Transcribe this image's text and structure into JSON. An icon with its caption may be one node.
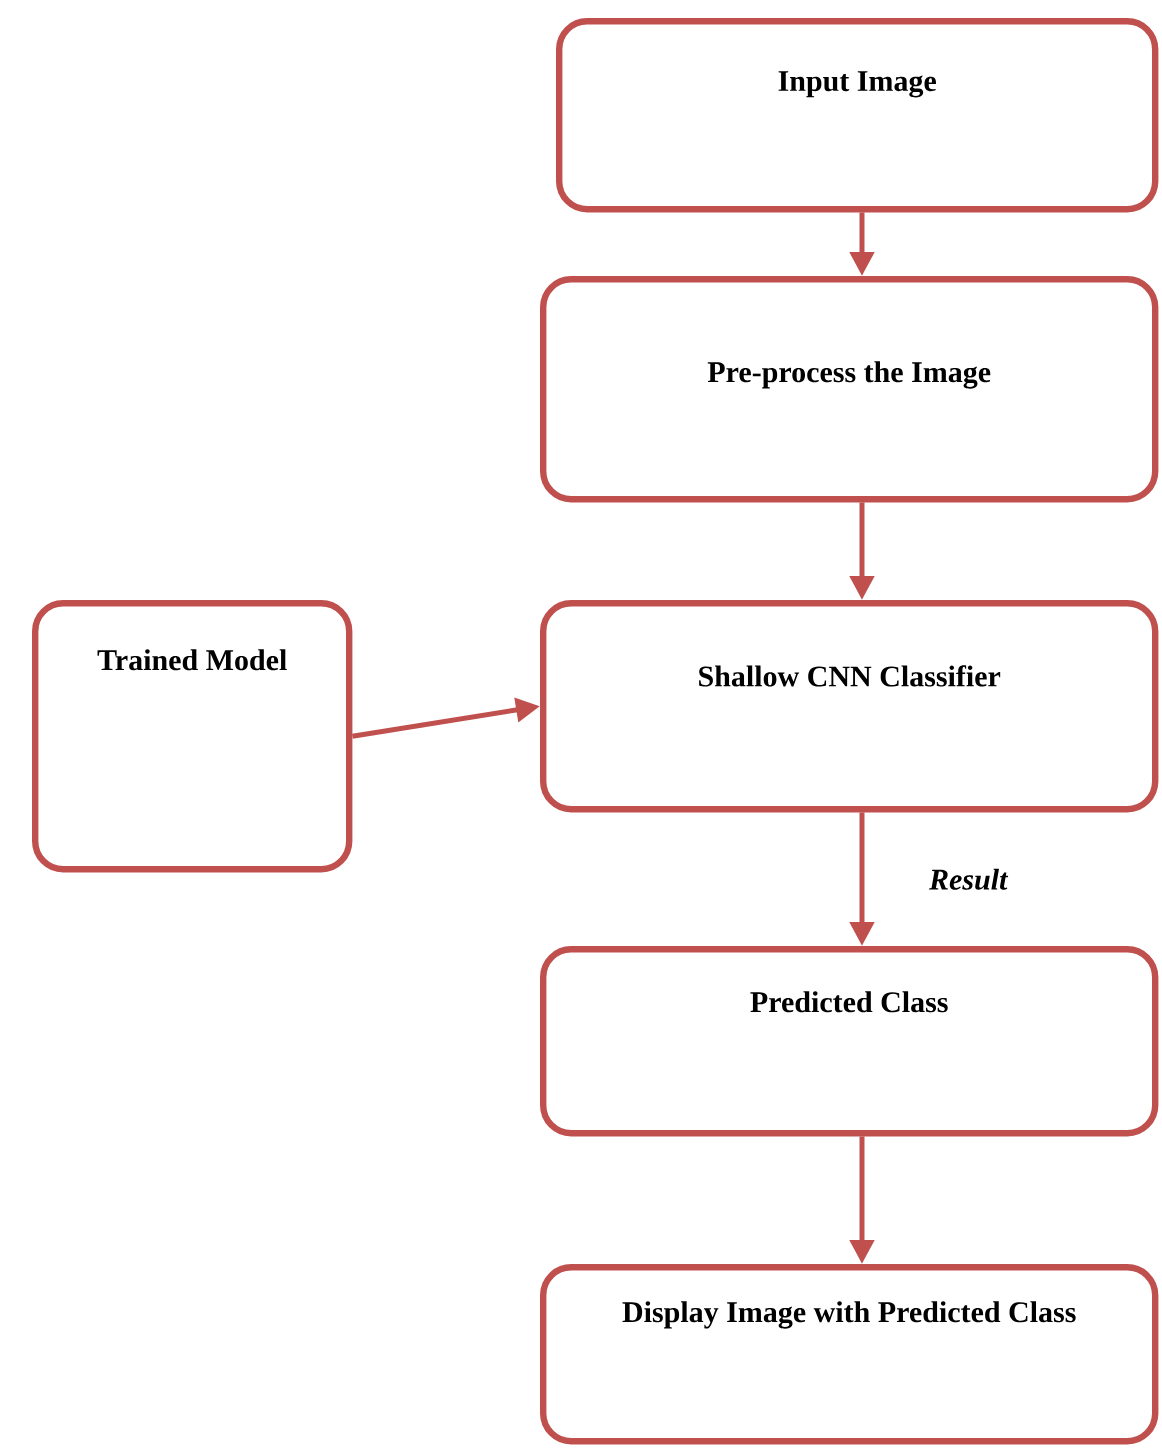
{
  "diagram": {
    "nodes": [
      {
        "text": [
          "Input Image"
        ]
      },
      {
        "text": [
          "Pre-process the Image"
        ]
      },
      {
        "text": [
          "Trained Model"
        ]
      },
      {
        "text": [
          "Shallow CNN Classifier"
        ]
      },
      {
        "text": [
          "Predicted Class"
        ]
      },
      {
        "text": [
          "Display Image with Predicted Class"
        ]
      }
    ],
    "edges": [
      {
        "from": 0,
        "to": 1,
        "arrow": "to"
      },
      {
        "from": 1,
        "to": 3,
        "arrow": "to"
      },
      {
        "from": 2,
        "to": 3,
        "arrow": "to"
      },
      {
        "from": 3,
        "to": 4,
        "arrow": "to",
        "label": "Result"
      },
      {
        "from": 4,
        "to": 5,
        "arrow": "to"
      }
    ]
  }
}
